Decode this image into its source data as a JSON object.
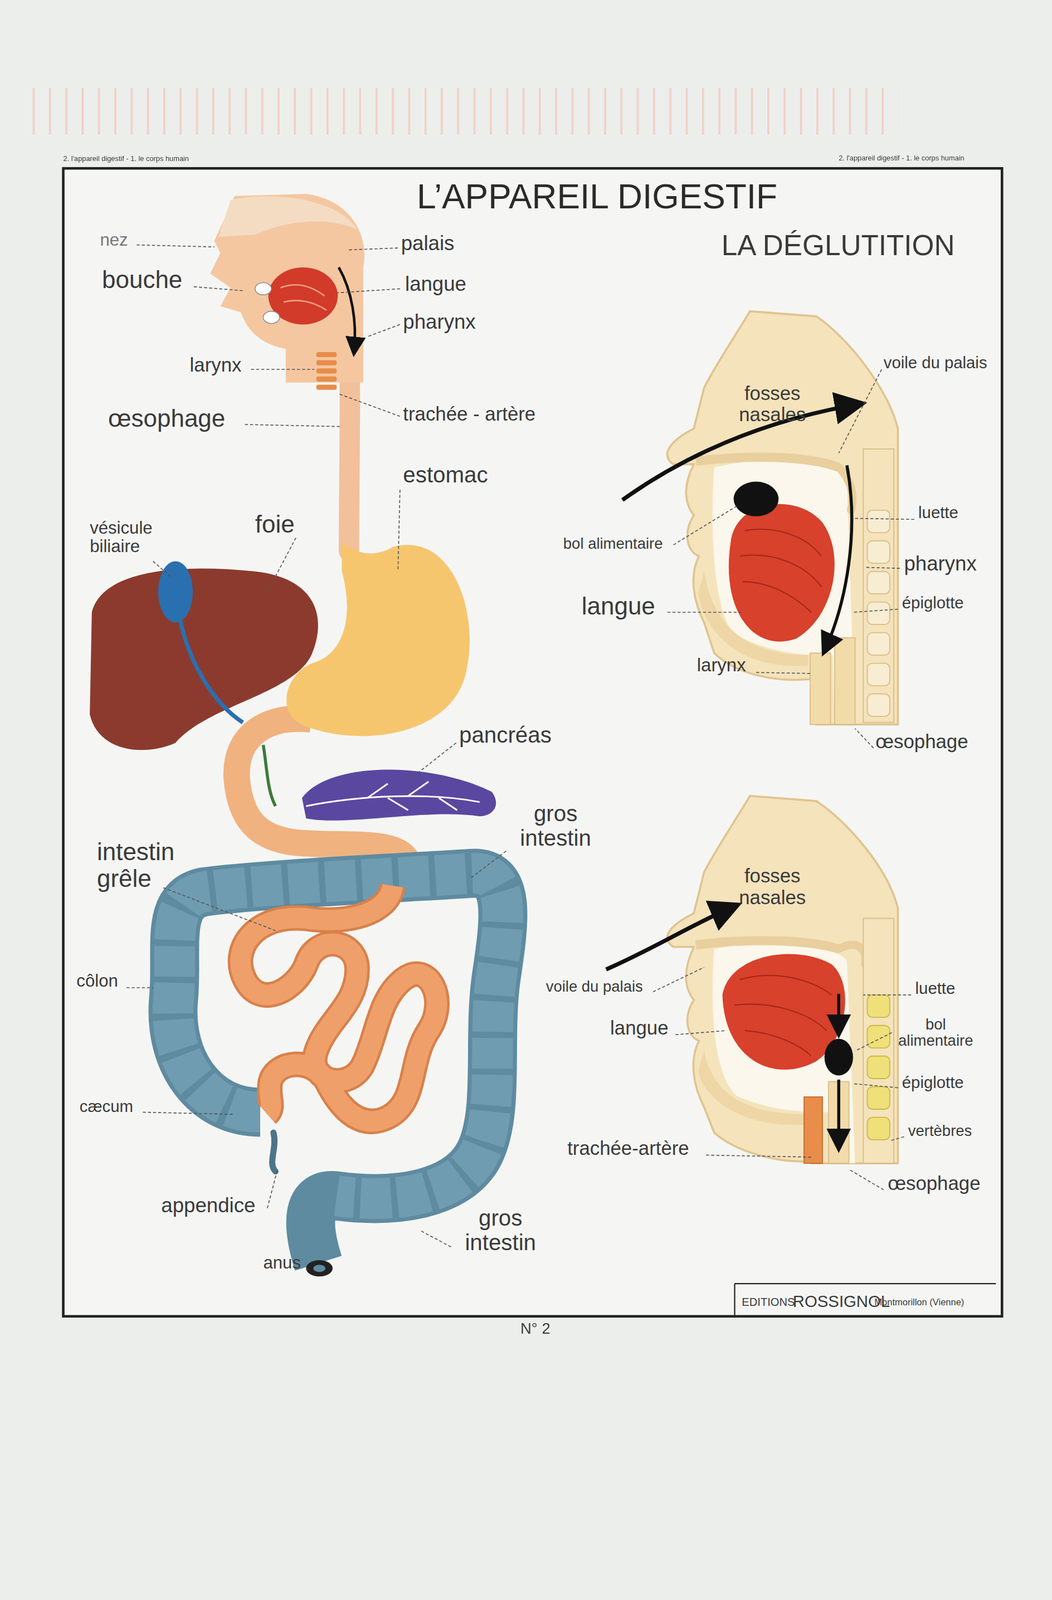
{
  "diagram": {
    "title": "L’APPAREIL DIGESTIF",
    "labels": [
      "LA DÉGLUTITION",
      "nez",
      "bouche",
      "palais",
      "langue",
      "pharynx",
      "larynx",
      "œsophage",
      "trachée - artère",
      "estomac",
      "vésicule biliaire",
      "foie",
      "pancréas",
      "gros intestin",
      "intestin grêle",
      "côlon",
      "cæcum",
      "appendice",
      "gros intestin",
      "anus",
      "voile du palais",
      "fosses nasales",
      "luette",
      "bol alimentaire",
      "pharynx",
      "épiglotte",
      "langue",
      "larynx",
      "œsophage",
      "fosses nasales",
      "voile du palais",
      "luette",
      "langue",
      "bol alimentaire",
      "épiglotte",
      "vertèbres",
      "trachée-artère",
      "œsophage",
      "EDITIONS",
      "ROSSIGNOL",
      "Montmorillon (Vienne)",
      "N° 2",
      "2. l'appareil digestif - 1. le corps humain",
      "2. l'appareil digestif - 1. le corps humain"
    ]
  }
}
